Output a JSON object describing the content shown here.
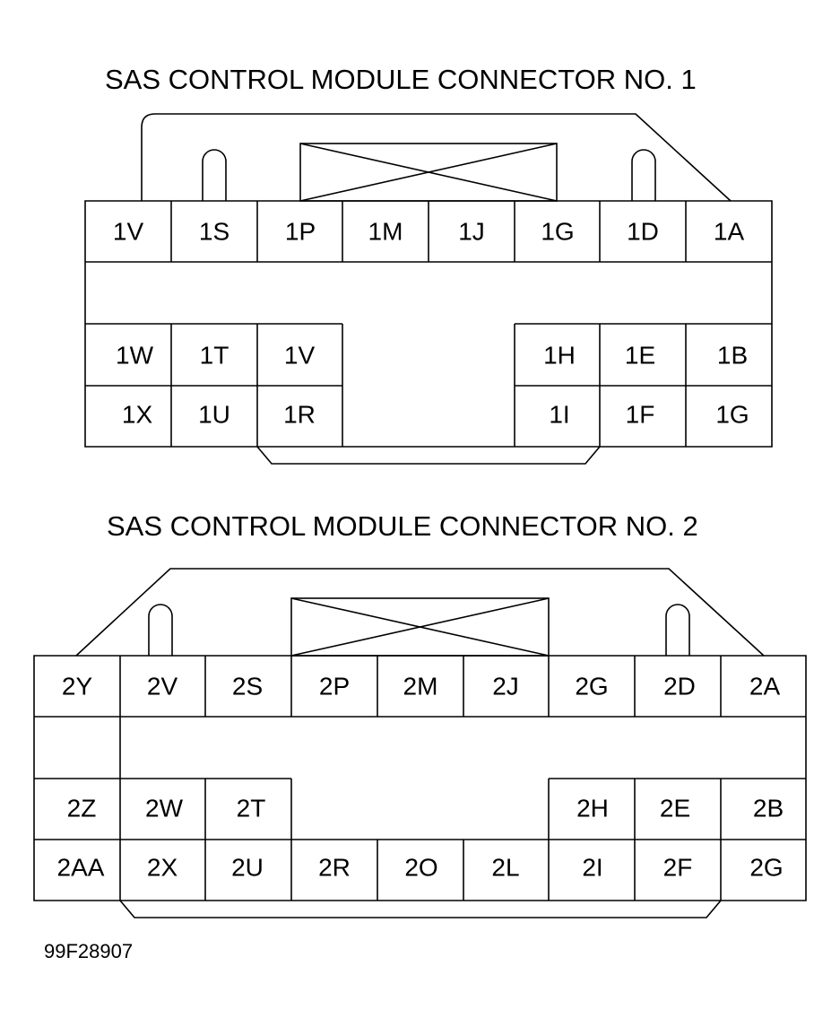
{
  "connector1": {
    "title": "SAS CONTROL MODULE CONNECTOR NO. 1",
    "top_row": [
      "1V",
      "1S",
      "1P",
      "1M",
      "1J",
      "1G",
      "1D",
      "1A"
    ],
    "mid_left": [
      "1W",
      "1T",
      "1V"
    ],
    "mid_right": [
      "1H",
      "1E",
      "1B"
    ],
    "bot_left": [
      "1X",
      "1U",
      "1R"
    ],
    "bot_right": [
      "1I",
      "1F",
      "1G"
    ]
  },
  "connector2": {
    "title": "SAS CONTROL MODULE CONNECTOR NO. 2",
    "top_row": [
      "2Y",
      "2V",
      "2S",
      "2P",
      "2M",
      "2J",
      "2G",
      "2D",
      "2A"
    ],
    "mid_left": [
      "2Z",
      "2W",
      "2T"
    ],
    "mid_right": [
      "2H",
      "2E",
      "2B"
    ],
    "bot_row": [
      "2AA",
      "2X",
      "2U",
      "2R",
      "2O",
      "2L",
      "2I",
      "2F",
      "2G"
    ]
  },
  "figure_id": "99F28907"
}
